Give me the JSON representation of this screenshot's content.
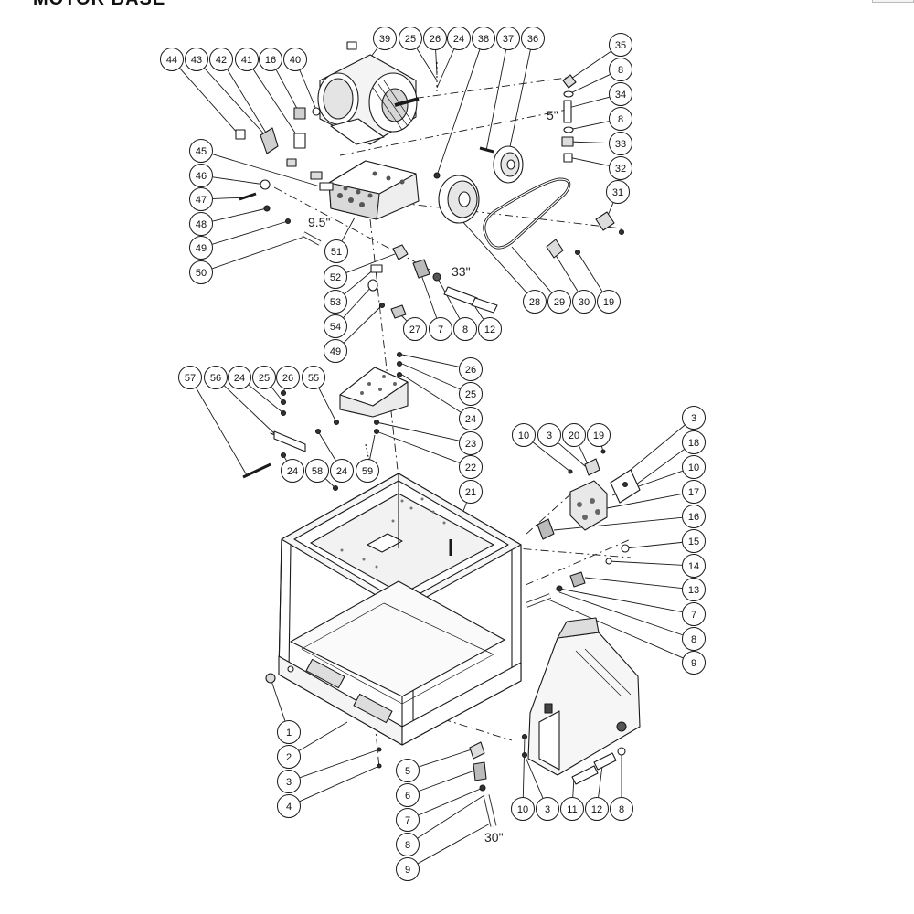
{
  "header": {
    "title": "MOTOR BASE"
  },
  "colors": {
    "line": "#1a1a1a",
    "fill": "#ffffff",
    "shade": "#cfcfcf",
    "dark": "#3a3a3a"
  },
  "dimensions": {
    "pump_offset": "9.5\"",
    "motor_offset": "5\"",
    "belt_hose": "33\"",
    "discharge_hose": "30\""
  },
  "callouts": [
    "44",
    "43",
    "42",
    "41",
    "16",
    "40",
    "39",
    "25",
    "26",
    "24",
    "38",
    "37",
    "36",
    "35",
    "8",
    "34",
    "8",
    "33",
    "32",
    "31",
    "45",
    "46",
    "47",
    "48",
    "49",
    "50",
    "51",
    "52",
    "53",
    "54",
    "49",
    "27",
    "7",
    "8",
    "12",
    "28",
    "29",
    "30",
    "19",
    "26",
    "25",
    "24",
    "23",
    "22",
    "21",
    "57",
    "56",
    "24",
    "25",
    "26",
    "55",
    "24",
    "24",
    "59",
    "58",
    "10",
    "3",
    "20",
    "19",
    "3",
    "18",
    "10",
    "17",
    "16",
    "15",
    "14",
    "13",
    "7",
    "8",
    "9",
    "1",
    "2",
    "3",
    "4",
    "5",
    "6",
    "7",
    "8",
    "9",
    "10",
    "3",
    "11",
    "12",
    "8"
  ]
}
